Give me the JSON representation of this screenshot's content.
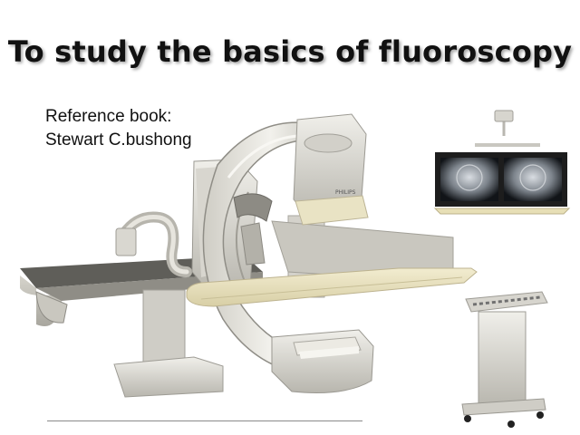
{
  "slide": {
    "title": "To study the basics of fluoroscopy",
    "reference_label": "Reference book:",
    "reference_author": "Stewart C.bushong"
  },
  "illustration": {
    "device_brand": "PHILIPS",
    "subject": "fluoroscopy C-arm system with patient table, dual monitors and control cart"
  },
  "colors": {
    "background": "#ffffff",
    "title_text": "#111111",
    "machine_light": "#e4e2db",
    "machine_shadow": "#9c9a93",
    "table_top": "#e8e0b8",
    "monitor_frame": "#1d1d1d"
  }
}
